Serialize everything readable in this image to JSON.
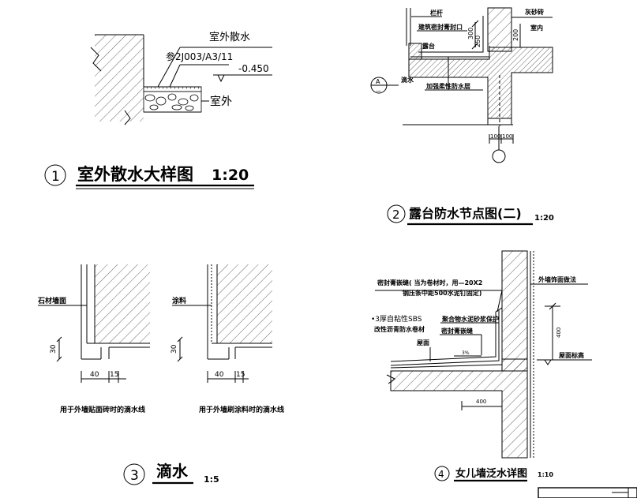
{
  "detail1": {
    "callout_upper": "室外散水",
    "callout_ref": "参2J003/A3/11",
    "elevation": "-0.450",
    "callout_lower": "室外",
    "number": "1",
    "title": "室外散水大样图",
    "scale": "1:20"
  },
  "detail2": {
    "label_railing": "栏杆",
    "label_sealant": "建筑密封膏封口",
    "label_terrace": "露台",
    "label_drip": "滴水",
    "label_waterproof": "加强柔性防水层",
    "label_tile": "灰砂砖",
    "label_indoor": "室内",
    "dim_300": "300",
    "dim_250": "250",
    "dim_200": "200",
    "dim_100a": "100",
    "dim_100b": "100",
    "section_letter": "A",
    "section_sub": "—",
    "number": "2",
    "title": "露台防水节点图(二)",
    "scale": "1:20"
  },
  "detail3": {
    "label_stone": "石材墙面",
    "label_paint": "涂料",
    "dim_30a": "30",
    "dim_40a": "40",
    "dim_15a": "15",
    "dim_30b": "30",
    "dim_40b": "40",
    "dim_15b": "15",
    "caption_left": "用于外墙贴面砖时的滴水线",
    "caption_right": "用于外墙刷涂料时的滴水线",
    "number": "3",
    "title": "滴水",
    "scale": "1:5"
  },
  "detail4": {
    "label_sealant_line1": "密封膏嵌缝( 当为卷材时，用—20X2",
    "label_sealant_line2": "钢压条中距500水泥钉固定)",
    "label_sbs_line1": "•3厚自粘性SBS",
    "label_sbs_line2": "改性沥青防水卷材",
    "label_mortar": "聚合物水泥砂浆保护",
    "label_sealant_joint": "密封膏嵌缝",
    "label_roof": "屋面",
    "label_slope": "3%",
    "label_wall_finish": "外墙饰面做法",
    "label_roof_elev": "屋面标高",
    "dim_400_v": "400",
    "dim_400_h": "400",
    "number": "4",
    "title": "女儿墙泛水详图",
    "scale": "1:10"
  }
}
